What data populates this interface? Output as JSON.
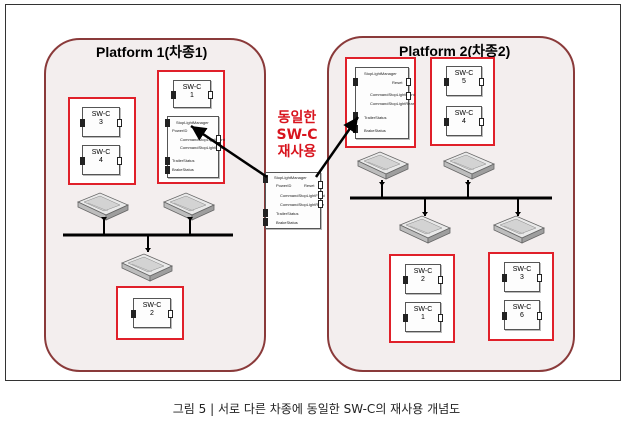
{
  "platform1": {
    "title": "Platform 1(차종1)"
  },
  "platform2": {
    "title": "Platform 2(차종2)"
  },
  "reuse_label": {
    "lines": [
      "동일한",
      "SW-C",
      "재사용"
    ]
  },
  "components": {
    "p1_swc3": {
      "name": "SW-C",
      "num": "3"
    },
    "p1_swc4": {
      "name": "SW-C",
      "num": "4"
    },
    "p1_swc1": {
      "name": "SW-C",
      "num": "1"
    },
    "p1_swc2": {
      "name": "SW-C",
      "num": "2"
    },
    "p2_swc5": {
      "name": "SW-C",
      "num": "5"
    },
    "p2_swc4": {
      "name": "SW-C",
      "num": "4"
    },
    "p2_swc2": {
      "name": "SW-C",
      "num": "2"
    },
    "p2_swc1": {
      "name": "SW-C",
      "num": "1"
    },
    "p2_swc3": {
      "name": "SW-C",
      "num": "3"
    },
    "p2_swc6": {
      "name": "SW-C",
      "num": "6"
    }
  },
  "big_component": {
    "ports": [
      "StopLightManager",
      "PowerID",
      "Reset",
      "CommandStopLightFront",
      "CommandStopLightRear",
      "TrailerStatus",
      "BrakeStatus"
    ]
  },
  "colors": {
    "highlight": "#e0202a",
    "panel_border": "#8a3a3a",
    "panel_fill": "#f3eeee",
    "reuse_text": "#d8141e"
  },
  "caption": "그림 5 |  서로 다른 차종에 동일한 SW-C의 재사용 개념도"
}
